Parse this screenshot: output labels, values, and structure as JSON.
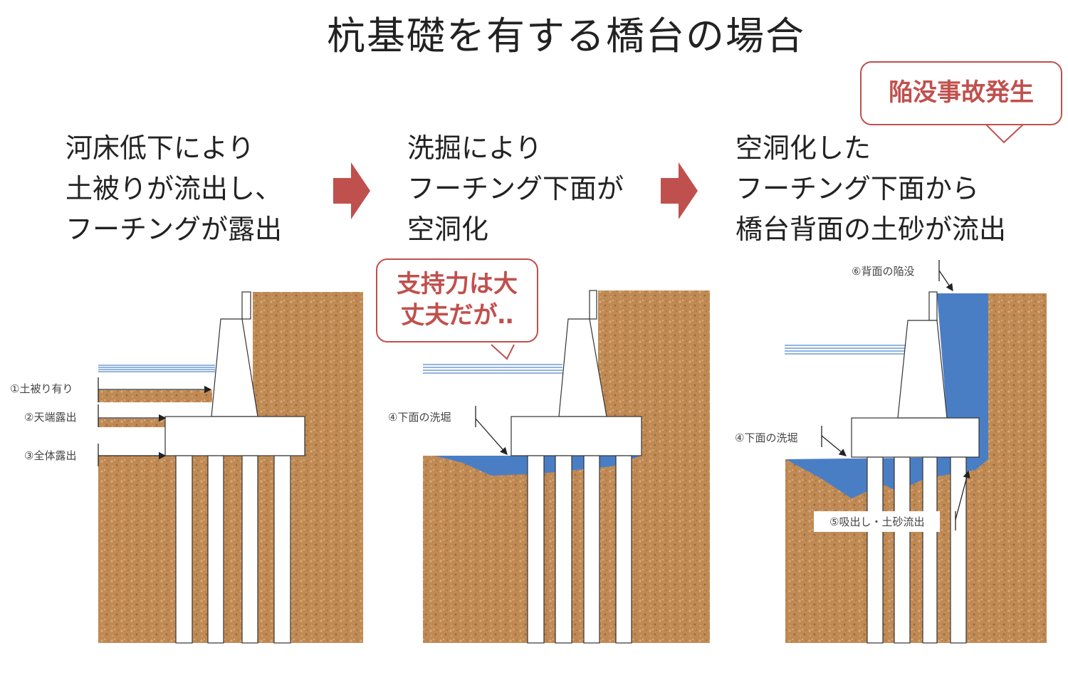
{
  "title": "杭基礎を有する橋台の場合",
  "steps": [
    {
      "lines": [
        "河床低下により",
        "土被りが流出し、",
        "フーチングが露出"
      ]
    },
    {
      "lines": [
        "洗掘により",
        "フーチング下面が",
        "空洞化"
      ]
    },
    {
      "lines": [
        "空洞化した",
        "フーチング下面から",
        "橋台背面の土砂が流出"
      ]
    }
  ],
  "callouts": {
    "middle": [
      "支持力は大",
      "丈夫だが‥"
    ],
    "right": "陥没事故発生"
  },
  "labels": {
    "p1": [
      "①土被り有り",
      "②天端露出",
      "③全体露出"
    ],
    "p2": [
      "④下面の洗堀"
    ],
    "p3": [
      "⑥背面の陥没",
      "④下面の洗堀",
      "⑤吸出し・土砂流出"
    ]
  },
  "colors": {
    "soil": "#c08a55",
    "water": "#4a7ec4",
    "accent": "#c0504d"
  }
}
